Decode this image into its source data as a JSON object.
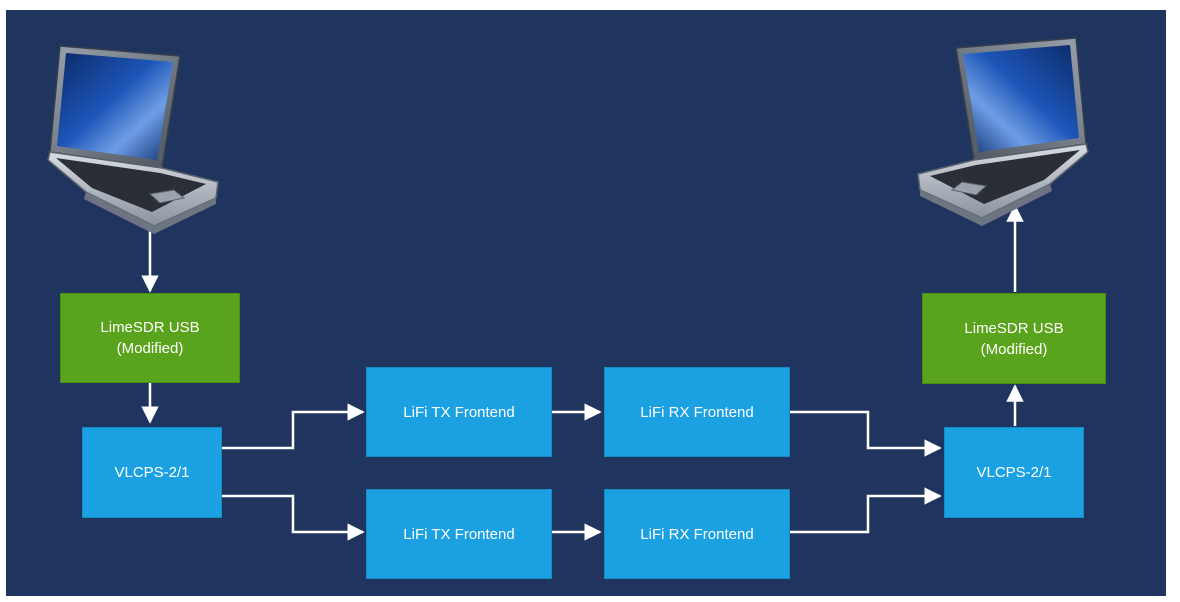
{
  "diagram": {
    "background_color": "#1f3560",
    "colors": {
      "sdr_fill": "#5aa31c",
      "block_fill": "#1ba1e2",
      "text": "#ffffff",
      "arrow": "#ffffff"
    },
    "laptop_left": {
      "icon": "laptop-icon"
    },
    "laptop_right": {
      "icon": "laptop-icon"
    },
    "sdr_left": {
      "label": "LimeSDR USB\n(Modified)"
    },
    "sdr_right": {
      "label": "LimeSDR USB\n(Modified)"
    },
    "splitter_left": {
      "label": "VLCPS-2/1"
    },
    "splitter_right": {
      "label": "VLCPS-2/1"
    },
    "tx_top": {
      "label": "LiFi TX Frontend"
    },
    "rx_top": {
      "label": "LiFi RX Frontend"
    },
    "tx_bottom": {
      "label": "LiFi TX Frontend"
    },
    "rx_bottom": {
      "label": "LiFi RX Frontend"
    },
    "connections": [
      [
        "laptop_left",
        "sdr_left"
      ],
      [
        "sdr_left",
        "splitter_left"
      ],
      [
        "splitter_left",
        "tx_top"
      ],
      [
        "splitter_left",
        "tx_bottom"
      ],
      [
        "tx_top",
        "rx_top"
      ],
      [
        "tx_bottom",
        "rx_bottom"
      ],
      [
        "rx_top",
        "splitter_right"
      ],
      [
        "rx_bottom",
        "splitter_right"
      ],
      [
        "splitter_right",
        "sdr_right"
      ],
      [
        "sdr_right",
        "laptop_right"
      ]
    ]
  }
}
